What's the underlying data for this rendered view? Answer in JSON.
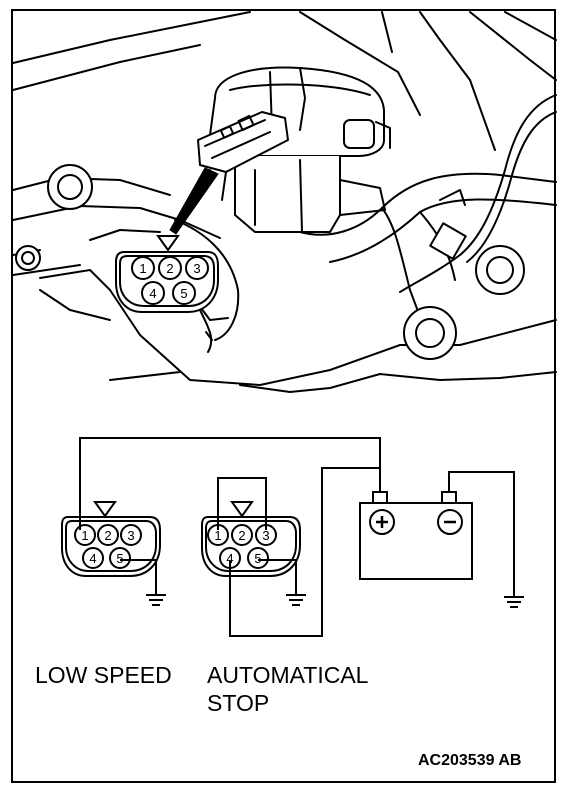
{
  "connector_pins": [
    "1",
    "2",
    "3",
    "4",
    "5"
  ],
  "labels": {
    "low_speed": "LOW SPEED",
    "automatical_stop_line1": "AUTOMATICAL",
    "automatical_stop_line2": "STOP"
  },
  "battery": {
    "positive_symbol": "+",
    "negative_symbol": "−"
  },
  "figure_ref": "AC203539 AB",
  "colors": {
    "line": "#000000",
    "background": "#ffffff"
  }
}
